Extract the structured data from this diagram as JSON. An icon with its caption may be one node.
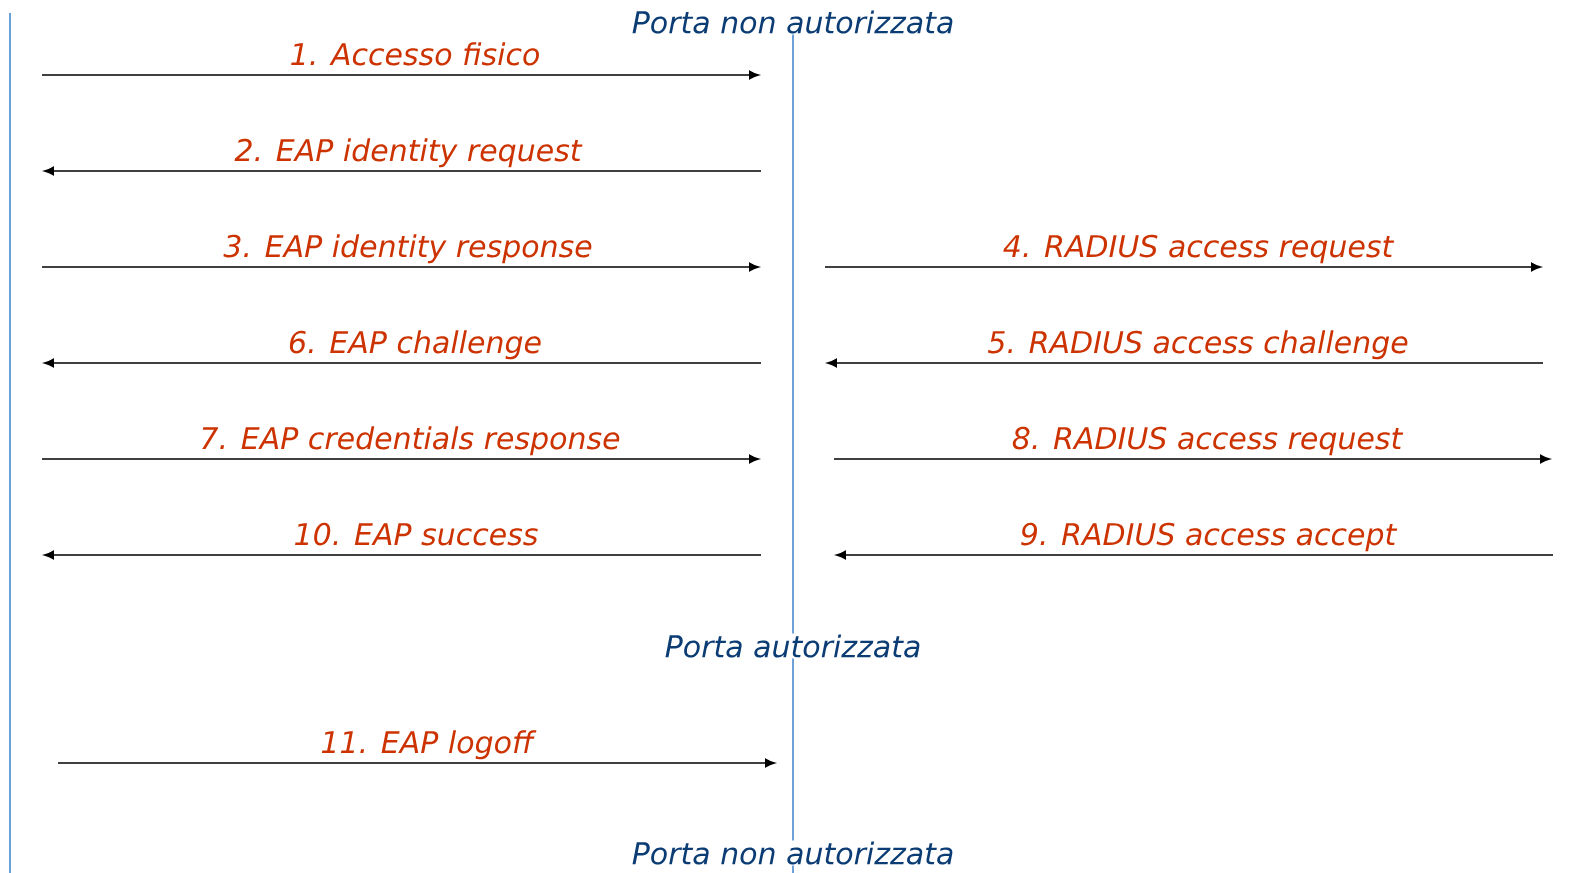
{
  "diagram": {
    "nodes": [
      {
        "text": [],
        "shape": "bar"
      },
      {
        "text": [],
        "shape": "bar"
      }
    ],
    "edges": [
      {
        "from": 0,
        "to": 1,
        "arrow": "to",
        "label": "1. Accesso fisico"
      },
      {
        "from": 1,
        "to": 0,
        "arrow": "to",
        "label": "2. EAP identity request"
      },
      {
        "from": 0,
        "to": 1,
        "arrow": "to",
        "label": "3. EAP identity response"
      },
      {
        "from": 1,
        "to": null,
        "arrow": "to",
        "label": "4. RADIUS access request"
      },
      {
        "from": null,
        "to": 1,
        "arrow": "to",
        "label": "5. RADIUS access challenge"
      },
      {
        "from": 1,
        "to": 0,
        "arrow": "to",
        "label": "6. EAP challenge"
      },
      {
        "from": 0,
        "to": 1,
        "arrow": "to",
        "label": "7. EAP credentials response"
      },
      {
        "from": 1,
        "to": null,
        "arrow": "to",
        "label": "8. RADIUS access request"
      },
      {
        "from": null,
        "to": 1,
        "arrow": "to",
        "label": "9. RADIUS access accept"
      },
      {
        "from": 1,
        "to": 0,
        "arrow": "to",
        "label": "10. EAP success"
      },
      {
        "from": 0,
        "to": 1,
        "arrow": "to",
        "label": "11. EAP logoff"
      }
    ],
    "labels": [
      "Porta non autorizzata",
      "Porta autorizzata",
      "Porta non autorizzata"
    ]
  }
}
